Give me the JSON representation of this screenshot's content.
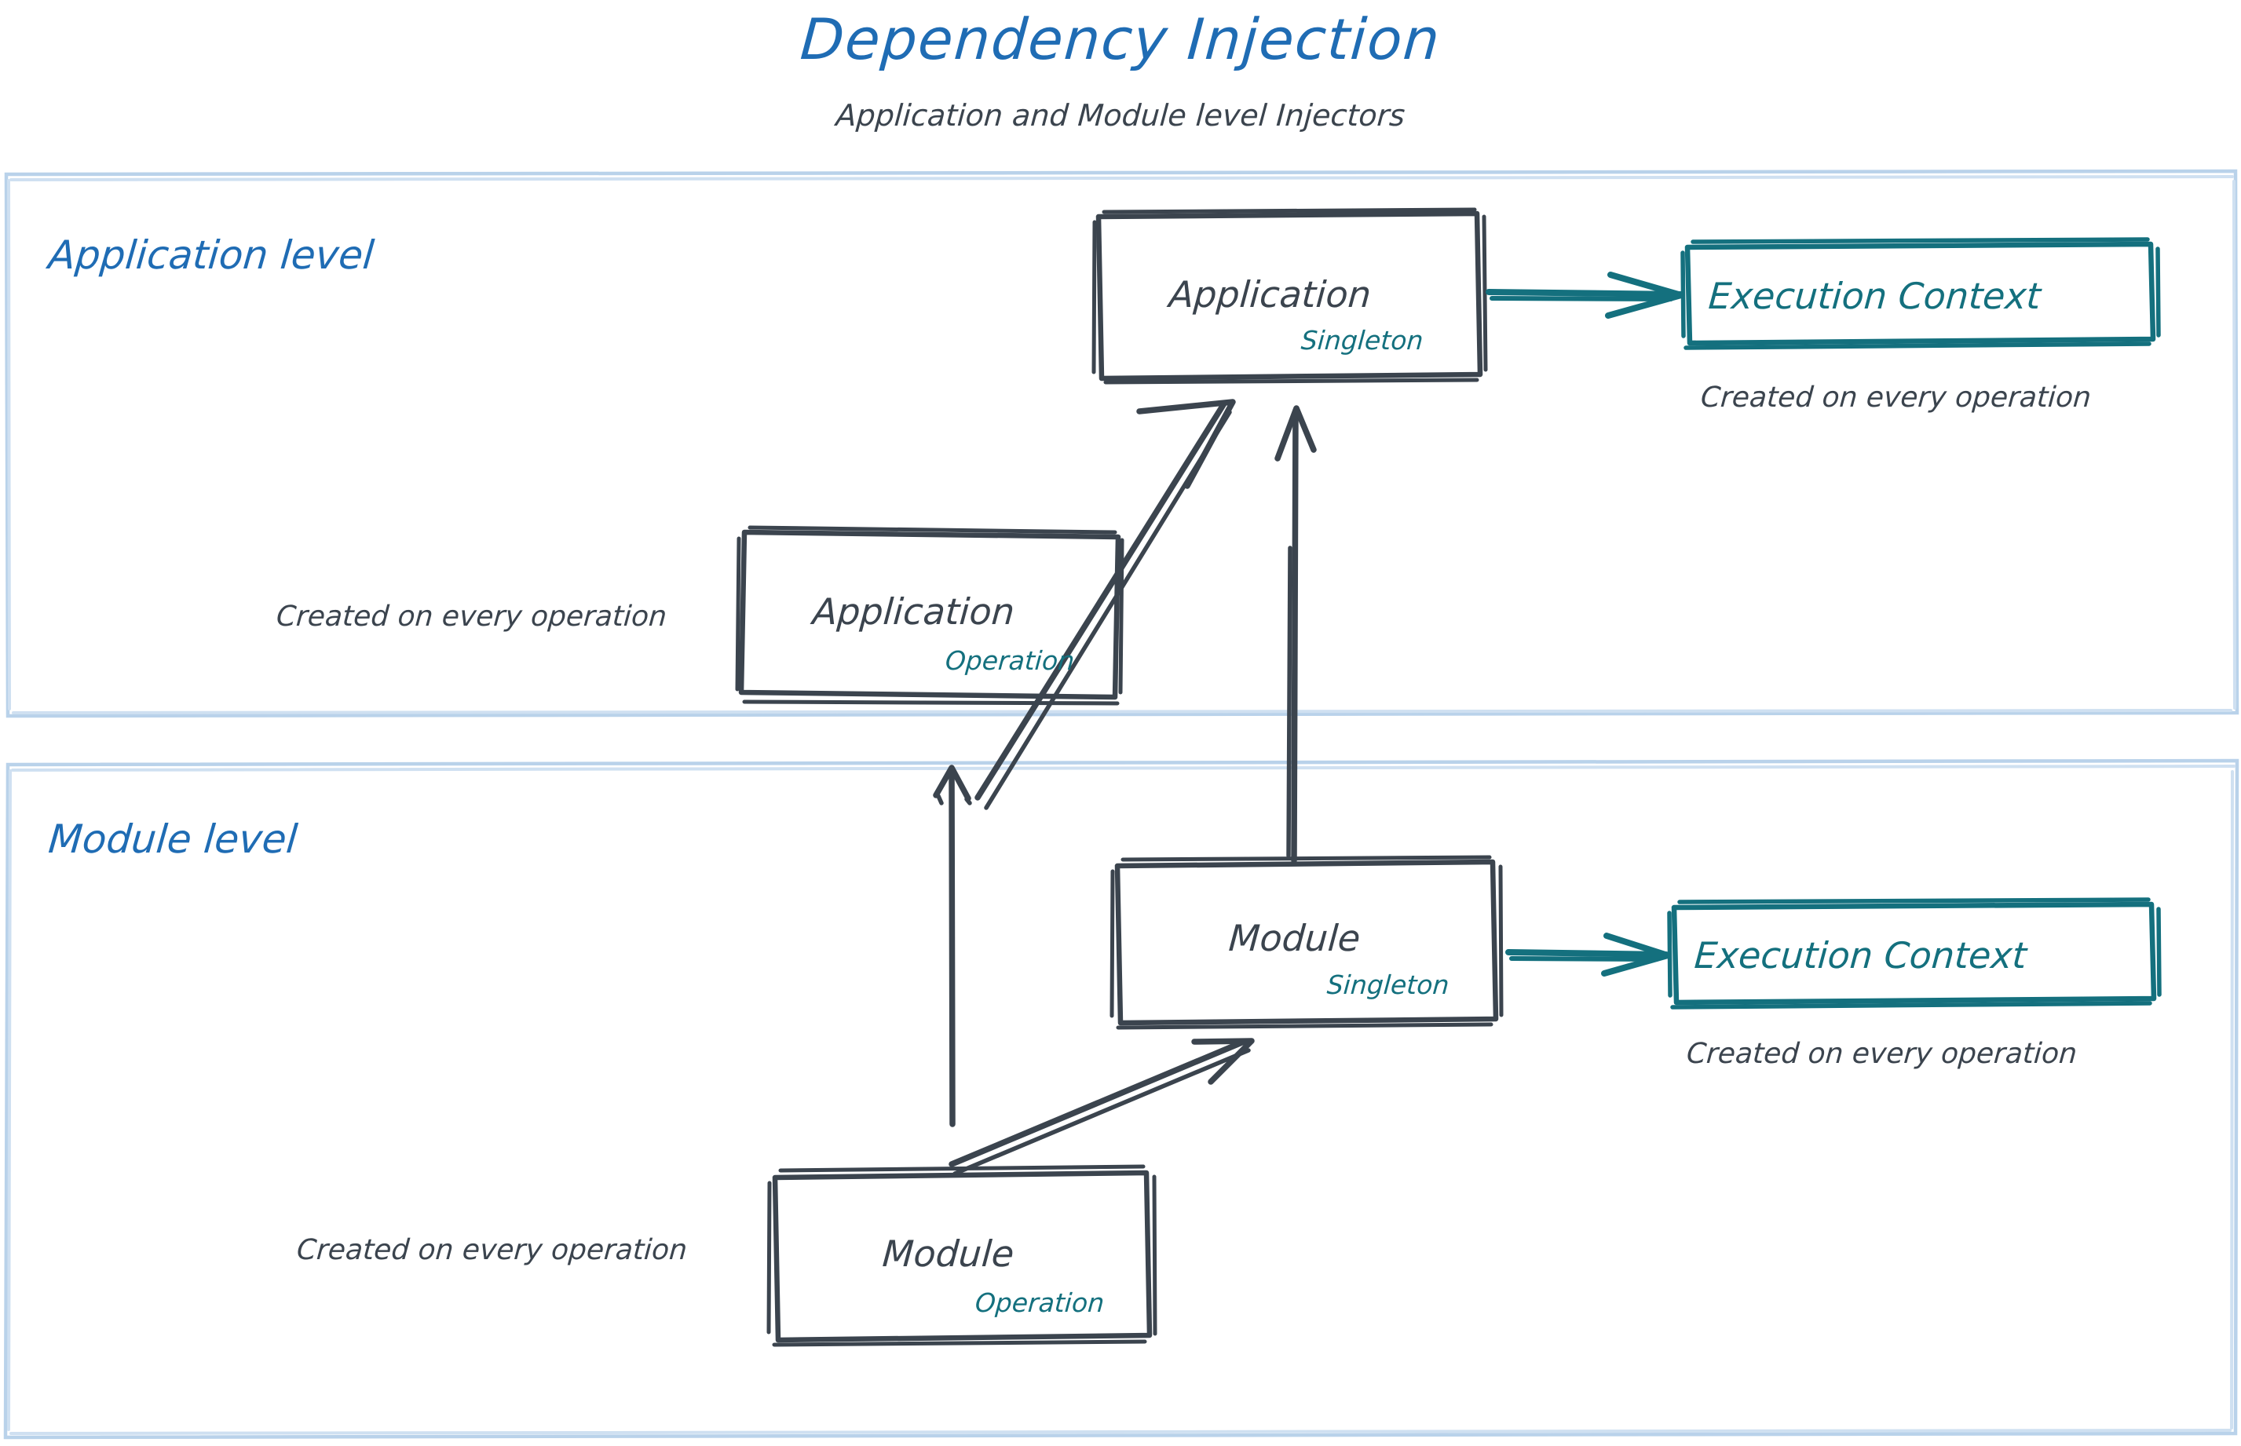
{
  "header": {
    "title": "Dependency Injection",
    "subtitle": "Application and Module level Injectors"
  },
  "colors": {
    "title_blue": "#1f6cb4",
    "panel_border_blue": "#b9d2ea",
    "node_dark": "#3b444e",
    "scope_teal": "#14707e",
    "background": "#ffffff"
  },
  "sections": [
    {
      "id": "application-level",
      "label": "Application level"
    },
    {
      "id": "module-level",
      "label": "Module level"
    }
  ],
  "nodes": {
    "application_singleton": {
      "title": "Application",
      "scope": "Singleton"
    },
    "application_operation": {
      "title": "Application",
      "scope": "Operation"
    },
    "module_singleton": {
      "title": "Module",
      "scope": "Singleton"
    },
    "module_operation": {
      "title": "Module",
      "scope": "Operation"
    },
    "execution_context_app": {
      "title": "Execution Context"
    },
    "execution_context_module": {
      "title": "Execution Context"
    }
  },
  "notes": {
    "app_exec_context": "Created on every operation",
    "app_operation": "Created on every operation",
    "module_exec_context": "Created on every operation",
    "module_operation": "Created on every operation"
  },
  "edges": [
    {
      "id": "app-singleton-to-exec-context",
      "from": "application_singleton",
      "to": "execution_context_app",
      "style": "teal-arrow",
      "direction": "right"
    },
    {
      "id": "app-operation-to-app-singleton",
      "from": "application_operation",
      "to": "application_singleton",
      "style": "dark-arrow",
      "direction": "up-right"
    },
    {
      "id": "module-singleton-to-app-singleton",
      "from": "module_singleton",
      "to": "application_singleton",
      "style": "dark-arrow",
      "direction": "up"
    },
    {
      "id": "module-operation-to-app-operation",
      "from": "module_operation",
      "to": "application_operation",
      "style": "dark-arrow",
      "direction": "up"
    },
    {
      "id": "module-operation-to-module-singleton",
      "from": "module_operation",
      "to": "module_singleton",
      "style": "dark-arrow",
      "direction": "up-right"
    },
    {
      "id": "module-singleton-to-exec-context",
      "from": "module_singleton",
      "to": "execution_context_module",
      "style": "teal-arrow",
      "direction": "right"
    }
  ]
}
